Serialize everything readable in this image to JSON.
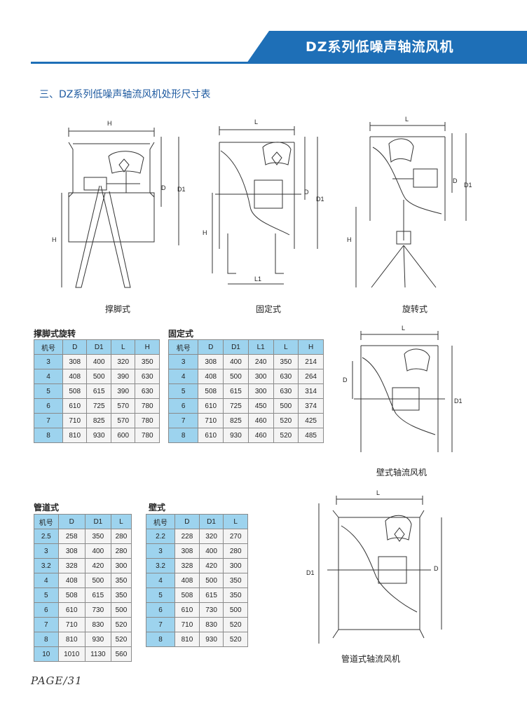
{
  "header": {
    "title": "DZ系列低噪声轴流风机"
  },
  "section_title": "三、DZ系列低噪声轴流风机处形尺寸表",
  "diagrams": {
    "support": {
      "caption": "撑脚式",
      "labels": {
        "H_top": "H",
        "D": "D",
        "D1": "D1",
        "H_side": "H"
      }
    },
    "fixed": {
      "caption": "固定式",
      "labels": {
        "L": "L",
        "D": "D",
        "D1": "D1",
        "H": "H",
        "L1": "L1"
      }
    },
    "rotary": {
      "caption": "旋转式",
      "labels": {
        "L": "L",
        "D": "D",
        "D1": "D1",
        "H": "H"
      }
    },
    "wall": {
      "caption": "壁式轴流风机",
      "labels": {
        "L": "L",
        "D": "D",
        "D1": "D1"
      }
    },
    "duct": {
      "caption": "管道式轴流风机",
      "labels": {
        "L": "L",
        "D": "D",
        "D1": "D1"
      }
    }
  },
  "tables": {
    "support_rotary": {
      "title": "撑脚式旋转",
      "headers": [
        "机号",
        "D",
        "D1",
        "L",
        "H"
      ],
      "rows": [
        [
          "3",
          "308",
          "400",
          "320",
          "350"
        ],
        [
          "4",
          "408",
          "500",
          "390",
          "630"
        ],
        [
          "5",
          "508",
          "615",
          "390",
          "630"
        ],
        [
          "6",
          "610",
          "725",
          "570",
          "780"
        ],
        [
          "7",
          "710",
          "825",
          "570",
          "780"
        ],
        [
          "8",
          "810",
          "930",
          "600",
          "780"
        ]
      ]
    },
    "fixed": {
      "title": "固定式",
      "headers": [
        "机号",
        "D",
        "D1",
        "L1",
        "L",
        "H"
      ],
      "rows": [
        [
          "3",
          "308",
          "400",
          "240",
          "350",
          "214"
        ],
        [
          "4",
          "408",
          "500",
          "300",
          "630",
          "264"
        ],
        [
          "5",
          "508",
          "615",
          "300",
          "630",
          "314"
        ],
        [
          "6",
          "610",
          "725",
          "450",
          "500",
          "374"
        ],
        [
          "7",
          "710",
          "825",
          "460",
          "520",
          "425"
        ],
        [
          "8",
          "610",
          "930",
          "460",
          "520",
          "485"
        ]
      ]
    },
    "duct": {
      "title": "管道式",
      "headers": [
        "机号",
        "D",
        "D1",
        "L"
      ],
      "rows": [
        [
          "2.5",
          "258",
          "350",
          "280"
        ],
        [
          "3",
          "308",
          "400",
          "280"
        ],
        [
          "3.2",
          "328",
          "420",
          "300"
        ],
        [
          "4",
          "408",
          "500",
          "350"
        ],
        [
          "5",
          "508",
          "615",
          "350"
        ],
        [
          "6",
          "610",
          "730",
          "500"
        ],
        [
          "7",
          "710",
          "830",
          "520"
        ],
        [
          "8",
          "810",
          "930",
          "520"
        ],
        [
          "10",
          "1010",
          "1130",
          "560"
        ]
      ]
    },
    "wall": {
      "title": "壁式",
      "headers": [
        "机号",
        "D",
        "D1",
        "L"
      ],
      "rows": [
        [
          "2.2",
          "228",
          "320",
          "270"
        ],
        [
          "3",
          "308",
          "400",
          "280"
        ],
        [
          "3.2",
          "328",
          "420",
          "300"
        ],
        [
          "4",
          "408",
          "500",
          "350"
        ],
        [
          "5",
          "508",
          "615",
          "350"
        ],
        [
          "6",
          "610",
          "730",
          "500"
        ],
        [
          "7",
          "710",
          "830",
          "520"
        ],
        [
          "8",
          "810",
          "930",
          "520"
        ]
      ]
    }
  },
  "page_label": "PAGE/31"
}
